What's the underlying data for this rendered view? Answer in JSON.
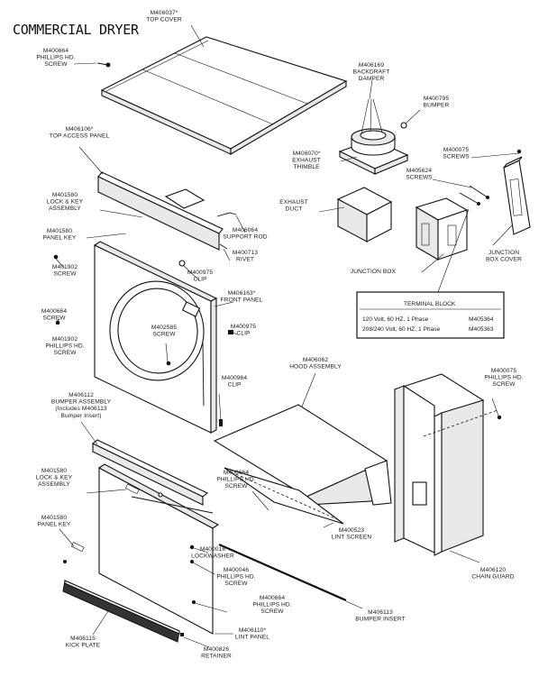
{
  "title": "COMMERCIAL DRYER",
  "labels": {
    "top_cover": [
      "M406037*",
      "TOP COVER"
    ],
    "screw_top": [
      "M400664",
      "PHILLIPS HD.",
      "SCREW"
    ],
    "backdraft_damper": [
      "M406169",
      "BACKDRAFT",
      "DAMPER"
    ],
    "bumper": [
      "M400795",
      "BUMPER"
    ],
    "top_access_panel": [
      "M406106*",
      "TOP ACCESS PANEL"
    ],
    "exhaust_thimble": [
      "M406070*",
      "EXHAUST",
      "THIMBLE"
    ],
    "screws_right": [
      "M400075",
      "SCREWS"
    ],
    "screws_mid": [
      "M405624",
      "SCREWS"
    ],
    "lock_key_top": [
      "M401580",
      "LOCK & KEY",
      "ASSEMBLY"
    ],
    "panel_key_top": [
      "M401580",
      "PANEL KEY"
    ],
    "exhaust_duct": [
      "EXHAUST",
      "DUCT"
    ],
    "support_rod": [
      "M406064",
      "SUPPORT ROD"
    ],
    "screw_left1": [
      "M401902",
      "SCREW"
    ],
    "rivet": [
      "M400713",
      "RIVET"
    ],
    "clip_top": [
      "M400975",
      "CLIP"
    ],
    "junction_box": [
      "JUNCTION BOX"
    ],
    "junction_box_cover": [
      "JUNCTION",
      "BOX COVER"
    ],
    "front_panel": [
      "M406163*",
      "FRONT PANEL"
    ],
    "screw_left2": [
      "M400664",
      "SCREW"
    ],
    "screw_door": [
      "M402585",
      "SCREW"
    ],
    "clip_mid": [
      "M400975",
      "CLIP"
    ],
    "phillips_left": [
      "M401902",
      "PHILLIPS HD.",
      "SCREW"
    ],
    "hood_assembly": [
      "M406062",
      "HOOD ASSEMBLY"
    ],
    "phillips_right": [
      "M400075",
      "PHILLIPS HD.",
      "SCREW"
    ],
    "clip_low": [
      "M400964",
      "CLIP"
    ],
    "bumper_assembly": [
      "M406112",
      "BUMPER ASSEMBLY",
      "(Includes M406113",
      "Bumper Insert)"
    ],
    "lock_key_low": [
      "M401580",
      "LOCK & KEY",
      "ASSEMBLY"
    ],
    "phillips_mid": [
      "M400664",
      "PHILLIPS HD.",
      "SCREW"
    ],
    "panel_key_low": [
      "M401580",
      "PANEL KEY"
    ],
    "lint_screen": [
      "M400523",
      "LINT SCREEN"
    ],
    "chain_guard": [
      "M406120",
      "CHAIN GUARD"
    ],
    "lockwasher": [
      "M400016",
      "LOCKWASHER"
    ],
    "phillips_low1": [
      "M400046",
      "PHILLIPS HD.",
      "SCREW"
    ],
    "phillips_low2": [
      "M400664",
      "PHILLIPS HD.",
      "SCREW"
    ],
    "bumper_insert": [
      "M406113",
      "BUMPER INSERT"
    ],
    "lint_panel": [
      "M406110*",
      "LINT PANEL"
    ],
    "kick_plate": [
      "M406115",
      "KICK PLATE"
    ],
    "retainer": [
      "M400826",
      "RETAINER"
    ]
  },
  "terminal_block": {
    "title": "TERMINAL BLOCK",
    "rows": [
      {
        "desc": "120 Volt, 60 HZ, 1 Phase",
        "part": "M405364"
      },
      {
        "desc": "208/240 Volt, 60 HZ, 1 Phase",
        "part": "M405363"
      }
    ]
  }
}
